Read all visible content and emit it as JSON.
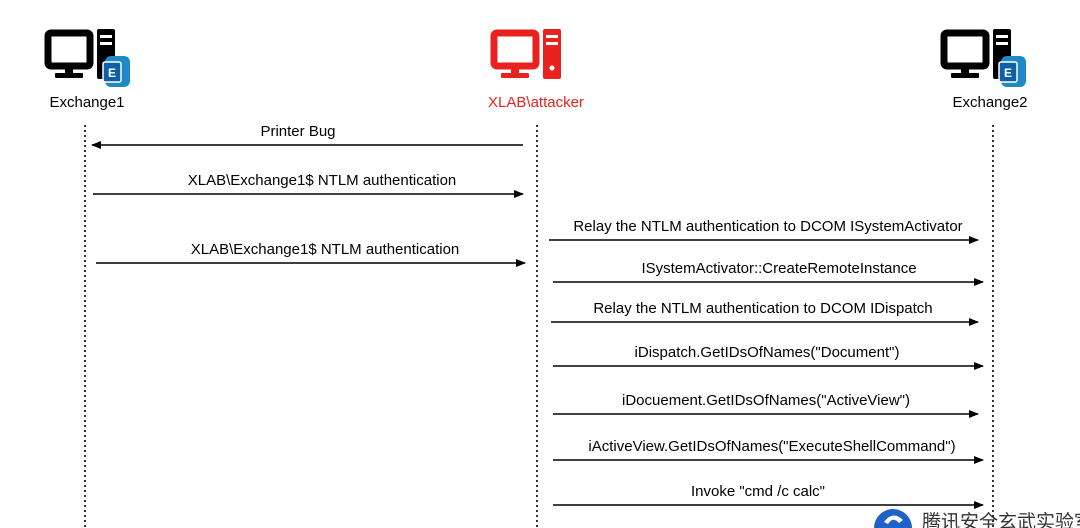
{
  "actors": [
    {
      "id": "exchange1",
      "label": "Exchange1",
      "color": "#000000",
      "badge": "E",
      "icon": "computer-icon"
    },
    {
      "id": "attacker",
      "label": "XLAB\\attacker",
      "color": "#e8231f",
      "badge": "",
      "icon": "computer-icon"
    },
    {
      "id": "exchange2",
      "label": "Exchange2",
      "color": "#000000",
      "badge": "E",
      "icon": "computer-icon"
    }
  ],
  "messages": [
    {
      "from": "attacker",
      "to": "exchange1",
      "label": "Printer Bug"
    },
    {
      "from": "exchange1",
      "to": "attacker",
      "label": "XLAB\\Exchange1$ NTLM authentication"
    },
    {
      "from": "attacker",
      "to": "exchange2",
      "label": "Relay the NTLM authentication to DCOM ISystemActivator"
    },
    {
      "from": "exchange1",
      "to": "attacker",
      "label": "XLAB\\Exchange1$ NTLM authentication"
    },
    {
      "from": "attacker",
      "to": "exchange2",
      "label": "ISystemActivator::CreateRemoteInstance"
    },
    {
      "from": "attacker",
      "to": "exchange2",
      "label": "Relay the NTLM authentication to DCOM IDispatch"
    },
    {
      "from": "attacker",
      "to": "exchange2",
      "label": "iDispatch.GetIDsOfNames(\"Document\")"
    },
    {
      "from": "attacker",
      "to": "exchange2",
      "label": "iDocuement.GetIDsOfNames(\"ActiveView\")"
    },
    {
      "from": "attacker",
      "to": "exchange2",
      "label": "iActiveView.GetIDsOfNames(\"ExecuteShellCommand\")"
    },
    {
      "from": "attacker",
      "to": "exchange2",
      "label": "Invoke \"cmd /c calc\""
    }
  ],
  "watermark": {
    "text": "腾讯安全玄武实验室",
    "icon": "tencent-logo-icon",
    "color": "#1e62c8"
  },
  "badge_color": "#1e88c8"
}
